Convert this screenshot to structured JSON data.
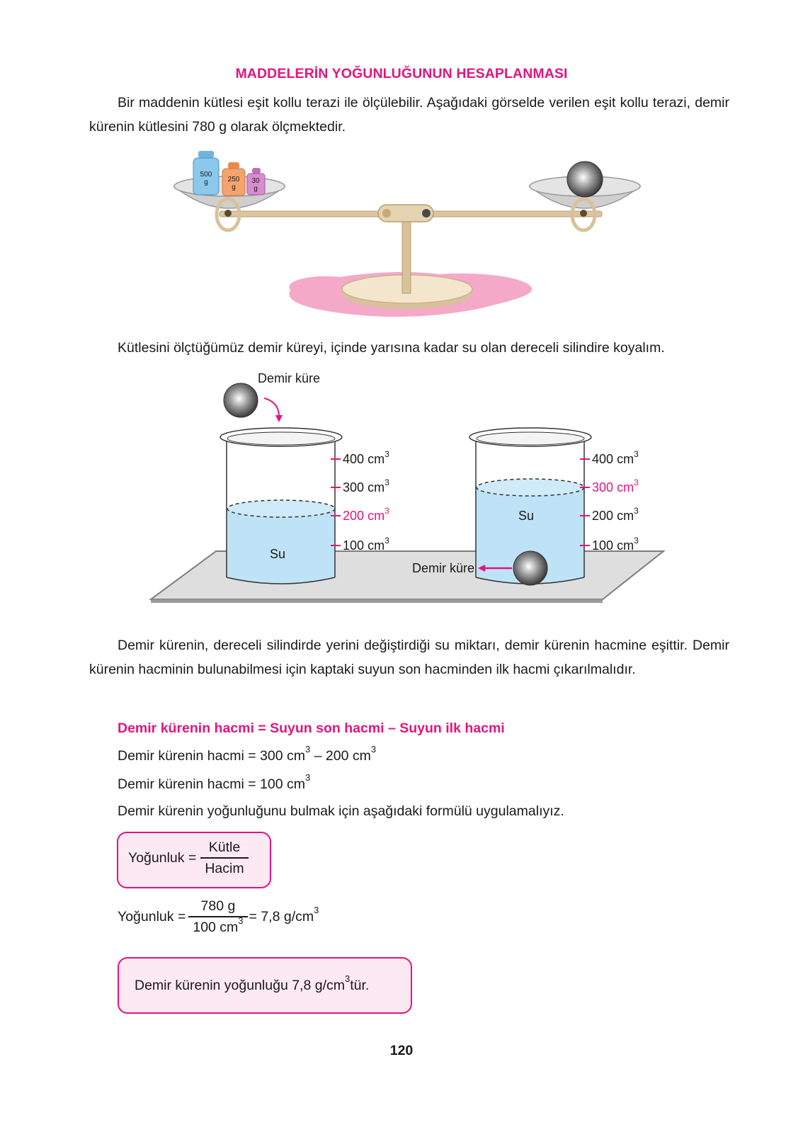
{
  "title": "MADDELERİN YOĞUNLUĞUNUN HESAPLANMASI",
  "paragraph1": "Bir maddenin kütlesi eşit kollu terazi ile ölçülebilir. Aşağıdaki görselde verilen eşit kollu terazi, demir kürenin kütlesini 780 g olarak ölçmektedir.",
  "balance": {
    "weights": [
      {
        "value": "500",
        "unit": "g",
        "color": "#8cc8ea"
      },
      {
        "value": "250",
        "unit": "g",
        "color": "#f5a36e"
      },
      {
        "value": "30",
        "unit": "g",
        "color": "#d98bd0"
      }
    ]
  },
  "paragraph2": "Kütlesini ölçtüğümüz demir küreyi, içinde yarısına kadar su olan dereceli silindire koyalım.",
  "cylinders": {
    "ball_label": "Demir küre",
    "water_label": "Su",
    "scale_unit": "cm",
    "scale_values": [
      "400",
      "300",
      "200",
      "100"
    ],
    "left_level": "200",
    "right_level": "300"
  },
  "paragraph3": "Demir kürenin, dereceli silindirde yerini değiştirdiği su miktarı, demir kürenin hacmine eşittir. Demir kürenin hacminin bulunabilmesi için kaptaki suyun son hacminden ilk hacmi çıkarılmalıdır.",
  "formula_heading": "Demir kürenin hacmi = Suyun son hacmi – Suyun ilk hacmi",
  "calc1": {
    "lhs": "Demir kürenin hacmi = 300 cm",
    "mid": " – 200 cm",
    "exp": "3"
  },
  "calc2": {
    "text": "Demir kürenin hacmi = 100 cm",
    "exp": "3"
  },
  "calc3": "Demir kürenin yoğunluğunu bulmak için aşağıdaki formülü uygulamalıyız.",
  "density_formula": {
    "lhs": "Yoğunluk =",
    "numerator": "Kütle",
    "denominator": "Hacim"
  },
  "density_calc": {
    "lhs": "Yoğunluk =",
    "numerator": "780 g",
    "denominator": "100 cm",
    "result": "= 7,8 g/cm",
    "exp": "3"
  },
  "conclusion": {
    "before": "Demir kürenin yoğunluğu 7,8 g/cm",
    "exp": "3",
    "after": "tür."
  },
  "page_number": "120",
  "colors": {
    "accent": "#e2147f",
    "box_fill": "#fde9f2",
    "water": "#bfe3f6"
  }
}
